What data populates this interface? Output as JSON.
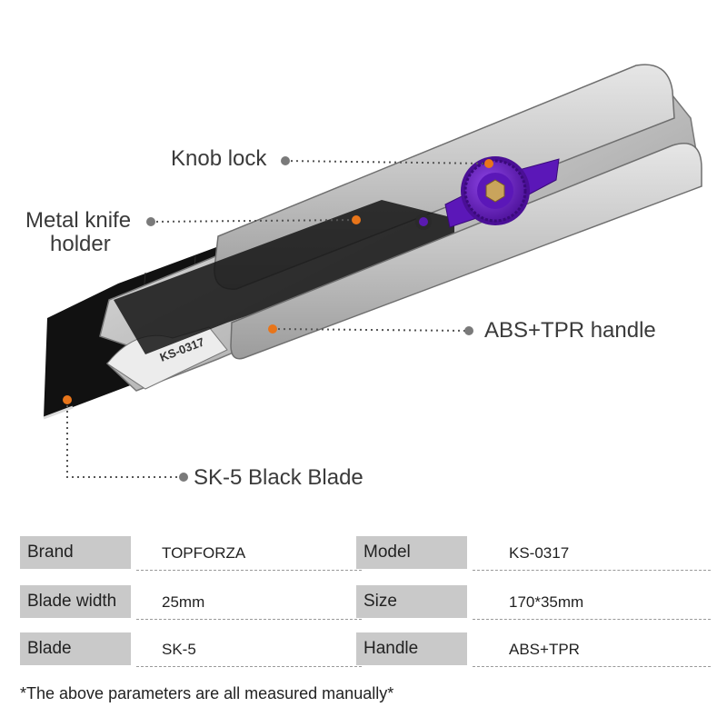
{
  "product": {
    "blade_marking": "KS-0317"
  },
  "callouts": {
    "knob_lock": "Knob lock",
    "metal_holder_line1": "Metal knife",
    "metal_holder_line2": "holder",
    "handle": "ABS+TPR handle",
    "blade": "SK-5 Black Blade"
  },
  "specs": [
    {
      "label": "Brand",
      "value": "TOPFORZA"
    },
    {
      "label": "Model",
      "value": "KS-0317"
    },
    {
      "label": "Blade width",
      "value": "25mm"
    },
    {
      "label": "Size",
      "value": "170*35mm"
    },
    {
      "label": "Blade",
      "value": "SK-5"
    },
    {
      "label": "Handle",
      "value": "ABS+TPR"
    }
  ],
  "footnote": "*The above parameters are all measured manually*",
  "colors": {
    "accent_dot": "#e8751a",
    "knob_purple": "#6b1fc4",
    "body_gray": "#c8c8c8",
    "blade_black": "#111111",
    "label_bg": "#c9c9c9"
  }
}
